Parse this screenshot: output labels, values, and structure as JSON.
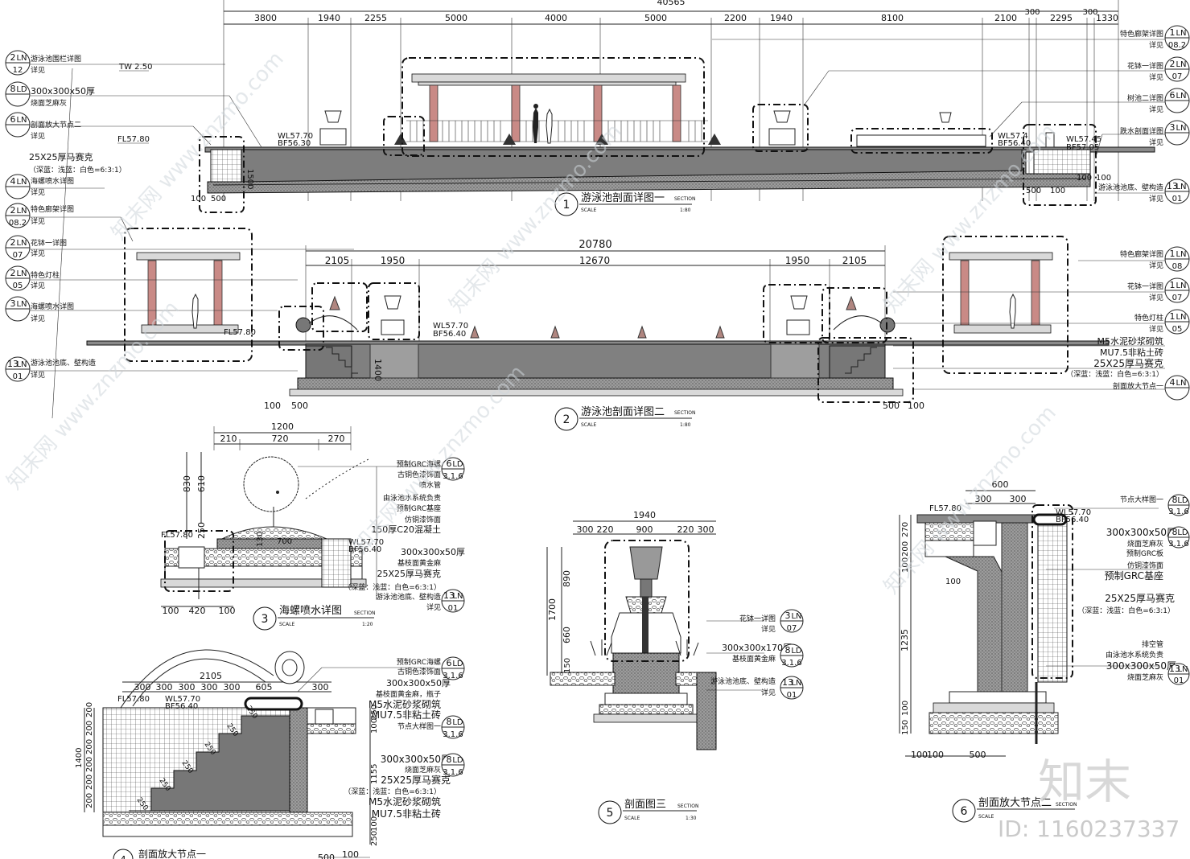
{
  "top_dimensions": {
    "total": "40565",
    "segments": [
      "3800",
      "1940",
      "2255",
      "5000",
      "4000",
      "5000",
      "2200",
      "1940",
      "8100",
      "2100",
      "300",
      "2295",
      "300",
      "1330"
    ]
  },
  "left_callouts_1": [
    {
      "num": "2",
      "code": "LN",
      "sheet": "12",
      "text": "游泳池围栏详图",
      "sub": "详见"
    },
    {
      "num": "8",
      "code": "LD",
      "sheet": "",
      "text": "300x300x50厚",
      "sub": "烧面芝麻灰"
    },
    {
      "num": "6",
      "code": "LN",
      "sheet": "",
      "text": "剖面放大节点二",
      "sub": "详见"
    },
    {
      "num": "4",
      "code": "LN",
      "sheet": "",
      "text": "海螺喷水详图",
      "sub": "详见"
    },
    {
      "num": "2",
      "code": "LN",
      "sheet": "08.2",
      "text": "特色廊架详图",
      "sub": "详见"
    }
  ],
  "left_note": {
    "a": "25X25厚马赛克",
    "b": "（深蓝：浅蓝：白色=6:3:1）"
  },
  "left_callouts_2": [
    {
      "num": "2",
      "code": "LN",
      "sheet": "07",
      "text": "花钵一详图",
      "sub": "详见"
    },
    {
      "num": "2",
      "code": "LN",
      "sheet": "05",
      "text": "特色灯柱",
      "sub": "详见"
    },
    {
      "num": "3",
      "code": "LN",
      "sheet": "",
      "text": "海螺喷水详图",
      "sub": "详见"
    },
    {
      "num": "13",
      "code": "LN",
      "sheet": "01",
      "text": "游泳池池底、壁构造",
      "sub": "详见"
    }
  ],
  "right_callouts_1": [
    {
      "num": "1",
      "code": "LN",
      "sheet": "08.2",
      "text": "特色廊架详图",
      "sub": "详见"
    },
    {
      "num": "2",
      "code": "LN",
      "sheet": "07",
      "text": "花钵一详图",
      "sub": "详见"
    },
    {
      "num": "6",
      "code": "LN",
      "sheet": "",
      "text": "树池二详图",
      "sub": "详见"
    },
    {
      "num": "3",
      "code": "LN",
      "sheet": "",
      "text": "跌水剖面详图",
      "sub": "详见"
    },
    {
      "num": "13",
      "code": "LN",
      "sheet": "01",
      "text": "游泳池池底、壁构造",
      "sub": "详见"
    }
  ],
  "right_callouts_2": [
    {
      "num": "1",
      "code": "LN",
      "sheet": "08",
      "text": "特色廊架详图",
      "sub": "详见"
    },
    {
      "num": "1",
      "code": "LN",
      "sheet": "07",
      "text": "花钵一详图",
      "sub": "详见"
    },
    {
      "num": "1",
      "code": "LN",
      "sheet": "05",
      "text": "特色灯柱",
      "sub": "详见"
    },
    {
      "num": "4",
      "code": "LN",
      "sheet": "",
      "text": "剖面放大节点一",
      "sub": ""
    }
  ],
  "right_notes_2": [
    "M5水泥砂浆砌筑",
    "MU7.5非粘土砖",
    "25X25厚马赛克",
    "（深蓝：浅蓝：白色=6:3:1）"
  ],
  "elevations_1": {
    "tw": "TW 2.50",
    "fl": "FL57.80",
    "wl": "WL57.70",
    "bf": "BF56.30",
    "wl_r": "WL57.4",
    "bf_r": "BF56.40",
    "wl_r2": "WL57.45",
    "bf_r2": "BF57.05"
  },
  "section1": {
    "num": "1",
    "title": "游泳池剖面详图一",
    "section": "SECTION",
    "scale": "SCALE",
    "ratio": "1:80",
    "dim_left": "100",
    "dim_left2": "500",
    "dim_depth": "1500",
    "dim_r1": "100",
    "dim_r2": "100",
    "dim_r3": "500",
    "dim_r4": "100"
  },
  "section2": {
    "num": "2",
    "title": "游泳池剖面详图二",
    "section": "SECTION",
    "scale": "SCALE",
    "ratio": "1:80",
    "total": "20780",
    "segments": [
      "2105",
      "1950",
      "12670",
      "1950",
      "2105"
    ],
    "fl": "FL57.80",
    "wl": "WL57.70",
    "bf": "BF56.40",
    "depth": "1400",
    "dim_bl1": "100",
    "dim_bl2": "500",
    "dim_br1": "500",
    "dim_br2": "100"
  },
  "detail3": {
    "num": "3",
    "title": "海螺喷水详图",
    "section": "SECTION",
    "scale": "SCALE",
    "ratio": "1:20",
    "top_total": "1200",
    "top_segments": [
      "210",
      "720",
      "270"
    ],
    "left_dims": [
      "830",
      "610",
      "250"
    ],
    "inner": "700",
    "small": "130",
    "fl": "FL57.80",
    "wl": "WL57.70",
    "bf": "BF56.40",
    "bottom": [
      "100",
      "420",
      "100"
    ],
    "notes": [
      "预制GRC海螺",
      "古铜色漆饰面",
      "喷水管",
      "由泳池水系统负责",
      "预制GRC基座",
      "仿铜漆饰面",
      "150厚C20混凝土",
      "300x300x50厚",
      "基枝面黄金麻",
      "25X25厚马赛克",
      "（深蓝：浅蓝：白色=6:3:1）",
      "游泳池池底、壁构造",
      "详见"
    ],
    "refs": [
      {
        "num": "6",
        "code": "LD",
        "sheet": "3.1.6"
      },
      {
        "num": "13",
        "code": "LN",
        "sheet": "01"
      }
    ]
  },
  "detail4": {
    "num": "4",
    "title": "剖面放大节点一",
    "top_total": "2105",
    "top_segments": [
      "300",
      "300",
      "300",
      "300",
      "300",
      "605",
      "300"
    ],
    "fl": "FL57.80",
    "wl": "WL57.70",
    "bf": "BF56.40",
    "left_dims": [
      "200",
      "200",
      "200",
      "200",
      "200",
      "200",
      "1400"
    ],
    "right_dims": [
      "250",
      "100",
      "1155",
      "100",
      "250"
    ],
    "step_labels": [
      "250",
      "250",
      "250",
      "250",
      "250",
      "250"
    ],
    "bottom": [
      "100",
      "500"
    ],
    "notes": [
      "预制GRC海螺",
      "古铜色漆饰面",
      "300x300x50厚",
      "基枝面黄金麻，瓶子",
      "M5水泥砂浆砌筑",
      "MU7.5非粘土砖",
      "节点大样图一",
      "300x300x50厚",
      "烧面芝麻灰",
      "25X25厚马赛克",
      "（深蓝：浅蓝：白色=6:3:1）",
      "M5水泥砂浆砌筑",
      "MU7.5非粘土砖"
    ],
    "refs": [
      {
        "num": "6",
        "code": "LD",
        "sheet": "3.1.6"
      },
      {
        "num": "8",
        "code": "LD",
        "sheet": "3.1.6"
      },
      {
        "num": "8",
        "code": "LD",
        "sheet": "3.1.6"
      }
    ]
  },
  "detail5": {
    "num": "5",
    "title": "剖面图三",
    "section": "SECTION",
    "scale": "SCALE",
    "ratio": "1:30",
    "top_total": "1940",
    "top_segments": [
      "300",
      "220",
      "900",
      "220",
      "300"
    ],
    "left_dims": [
      "1700",
      "890",
      "660",
      "150"
    ],
    "notes": [
      "花钵一详图",
      "详见",
      "300x300x170厚",
      "基枝面黄金麻",
      "游泳池池底、壁构造",
      "详见"
    ],
    "refs": [
      {
        "num": "3",
        "code": "LN",
        "sheet": "07"
      },
      {
        "num": "8",
        "code": "LD",
        "sheet": "3.1.6"
      },
      {
        "num": "13",
        "code": "LN",
        "sheet": "01"
      }
    ]
  },
  "detail6": {
    "num": "6",
    "title": "剖面放大节点二",
    "section": "SECTION",
    "scale": "SCALE",
    "top_total": "600",
    "top_segments": [
      "300",
      "300"
    ],
    "fl": "FL57.80",
    "wl": "WL57.70",
    "bf": "BF56.40",
    "left_dims": [
      "270",
      "200",
      "100",
      "1235",
      "100",
      "150"
    ],
    "bottom": [
      "100",
      "100",
      "500"
    ],
    "notes": [
      "节点大样图一",
      "300x300x50厚",
      "烧面芝麻灰",
      "预制GRC板",
      "仿铜漆饰面",
      "预制GRC基座",
      "25X25厚马赛克",
      "（深蓝：浅蓝：白色=6:3:1）",
      "排空管",
      "由泳池水系统负责",
      "300x300x50厚",
      "烧面芝麻灰"
    ],
    "refs": [
      {
        "num": "8",
        "code": "LD",
        "sheet": "3.1.6"
      },
      {
        "num": "8",
        "code": "LD",
        "sheet": "3.1.6"
      },
      {
        "num": "13",
        "code": "LN",
        "sheet": "01"
      }
    ]
  },
  "watermark": {
    "text": "知末网 www.znzmo.com",
    "logo": "知末",
    "id": "ID: 1160237337"
  }
}
